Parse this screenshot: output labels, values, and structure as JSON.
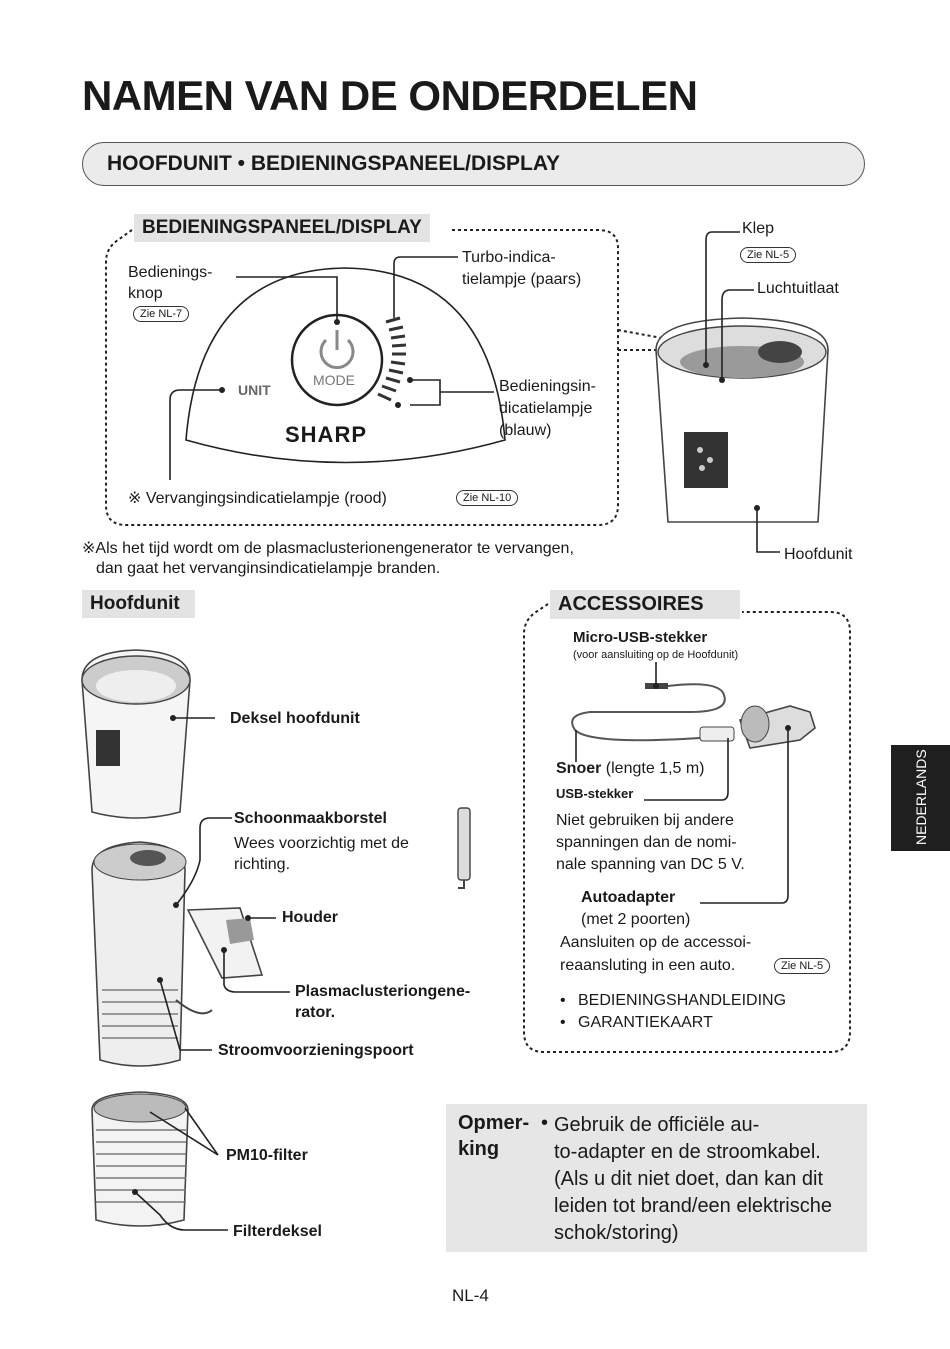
{
  "page": {
    "title": "NAMEN VAN DE ONDERDELEN",
    "banner": "HOOFDUNIT • BEDIENINGSPANEEL/DISPLAY",
    "page_number": "NL-4",
    "side_tab": "NEDERLANDS"
  },
  "panel": {
    "heading": "BEDIENINGSPANEEL/DISPLAY",
    "knob_label_1": "Bedienings-",
    "knob_label_2": "knop",
    "knob_ref": "Zie NL-7",
    "turbo_label_1": "Turbo-indica-",
    "turbo_label_2": "tielampje (paars)",
    "mode_text": "MODE",
    "unit_text": "UNIT",
    "brand_text": "SHARP",
    "indicator_label_1": "Bedieningsin-",
    "indicator_label_2": "dicatielampje",
    "indicator_label_3": "(blauw)",
    "replace_label": "※ Vervangingsindicatielampje (rood)",
    "replace_ref": "Zie NL-10"
  },
  "unit_top": {
    "lid_label": "Klep",
    "lid_ref": "Zie NL-5",
    "outlet_label": "Luchtuitlaat",
    "main_label": "Hoofdunit"
  },
  "footnote": {
    "line1": "※Als het tijd wordt om de plasmaclusterionengenerator te vervangen,",
    "line2": "dan gaat het vervanginsindicatielampje branden."
  },
  "hoofdunit": {
    "heading": "Hoofdunit",
    "cover_label": "Deksel hoofdunit",
    "brush_label": "Schoonmaakborstel",
    "brush_note_1": "Wees voorzichtig met de",
    "brush_note_2": "richting.",
    "holder_label": "Houder",
    "plasma_label_1": "Plasmaclusteriongene-",
    "plasma_label_2": "rator.",
    "power_port_label": "Stroomvoorzieningspoort",
    "filter_label": "PM10-filter",
    "filter_cover_label": "Filterdeksel"
  },
  "accessories": {
    "heading": "ACCESSOIRES",
    "usb_label": "Micro-USB-stekker",
    "usb_note": "(voor aansluiting op de Hoofdunit)",
    "cord_label": "Snoer",
    "cord_length": "(lengte 1,5 m)",
    "usb_plug_label": "USB-stekker",
    "warning_1": "Niet gebruiken bij andere",
    "warning_2": "spanningen dan de nomi-",
    "warning_3": "nale spanning van DC 5 V.",
    "adapter_label": "Autoadapter",
    "adapter_ports": "(met 2 poorten)",
    "adapter_note_1": "Aansluiten op de accessoi-",
    "adapter_note_2": "reaansluting in een auto.",
    "adapter_ref": "Zie NL-5",
    "items": [
      "BEDIENINGSHANDLEIDING",
      "GARANTIEKAART"
    ]
  },
  "note": {
    "label_1": "Opmer-",
    "label_2": "king",
    "bullet": "•",
    "line1": "Gebruik de officiële au-",
    "line2": "to-adapter en de stroomkabel.",
    "line3": "(Als u dit niet doet, dan kan dit",
    "line4": "leiden tot brand/een elektrische",
    "line5": "schok/storing)"
  }
}
